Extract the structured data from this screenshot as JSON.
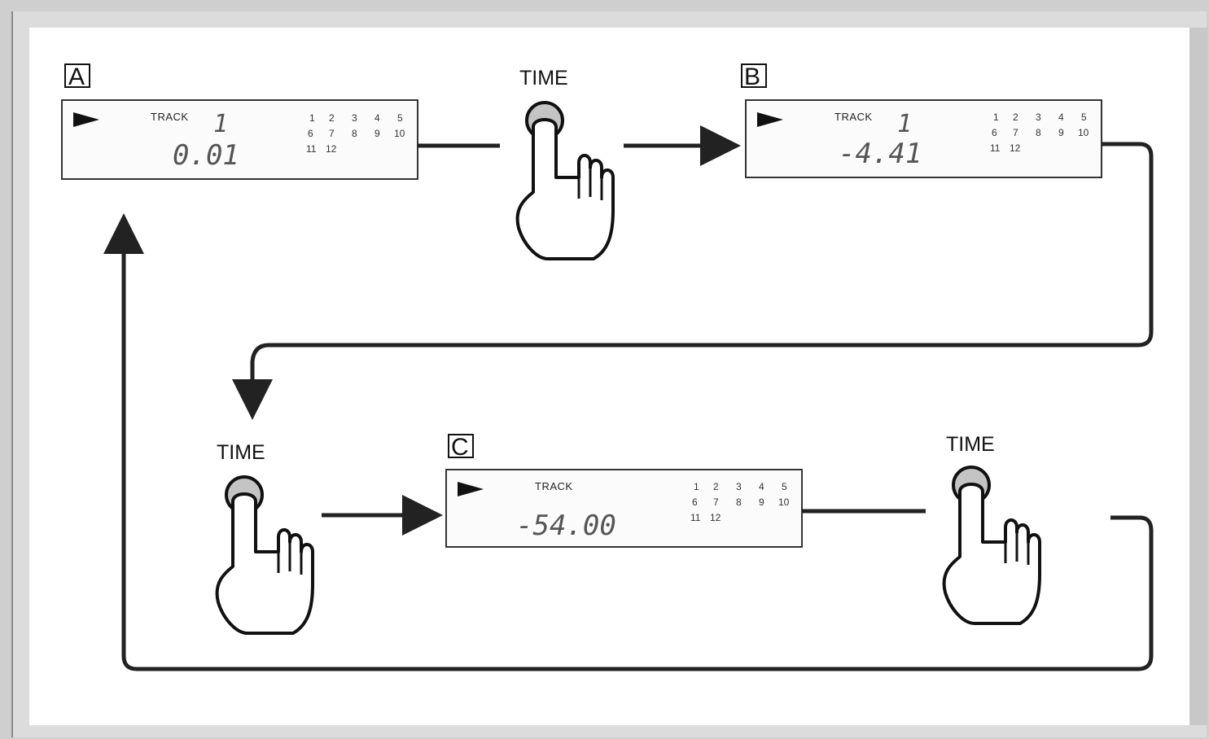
{
  "panels": [
    {
      "letter": "A",
      "track_label": "TRACK",
      "track_value": "1",
      "time_value": "0.01"
    },
    {
      "letter": "B",
      "track_label": "TRACK",
      "track_value": "1",
      "time_value": "-4.41"
    },
    {
      "letter": "C",
      "track_label": "TRACK",
      "track_value": "",
      "time_value": "-54.00"
    }
  ],
  "track_grid": {
    "row1": [
      "1",
      "2",
      "3",
      "4",
      "5"
    ],
    "row2": [
      "6",
      "7",
      "8",
      "9",
      "10"
    ],
    "row3": [
      "11",
      "12"
    ]
  },
  "buttons": [
    {
      "label": "TIME"
    },
    {
      "label": "TIME"
    },
    {
      "label": "TIME"
    }
  ],
  "colors": {
    "line": "#222222",
    "button_fill": "#c4c4c4",
    "background": "#ffffff"
  },
  "icons": [
    "play-icon",
    "hand-press-icon",
    "arrow-icon"
  ]
}
